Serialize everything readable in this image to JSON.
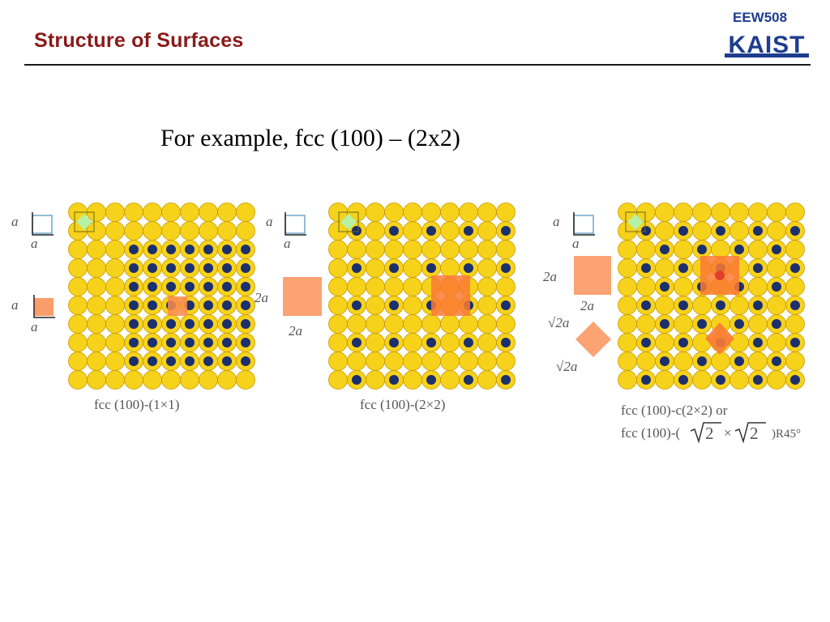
{
  "header": {
    "title": "Structure of Surfaces",
    "course_code": "EEW508",
    "logo_text": "KAIST"
  },
  "main": {
    "subtitle": "For example, fcc (100) – (2x2)"
  },
  "panels": [
    {
      "caption": "fcc (100)-(1×1)",
      "key1_top": "a",
      "key1_bottom": "a",
      "key2_left": "a",
      "key2_bottom": "a"
    },
    {
      "caption": "fcc (100)-(2×2)",
      "key1_top": "a",
      "key1_bottom": "a",
      "key2_left": "2a",
      "key2_bottom": "2a"
    },
    {
      "caption_line1": "fcc (100)-c(2×2) or",
      "caption_line2_prefix": "fcc (100)-(",
      "caption_line2_sqrt1": "2",
      "caption_line2_times": "×",
      "caption_line2_sqrt2": "2",
      "caption_line2_suffix": ")R45°",
      "key1_top": "a",
      "key1_bottom": "a",
      "key2_left": "2a",
      "key2_bottom": "2a",
      "key3_top": "√2a",
      "key3_bottom": "√2a"
    }
  ],
  "colors": {
    "substrate_atom": "#f6d21a",
    "substrate_outline": "#c89a00",
    "adsorbate_atom": "#1c2f6e",
    "unit_cell_fill": "#fa8c50",
    "primitive_marker": "#8fe08a",
    "title": "#8b1a1a",
    "course_code": "#1e3d8f"
  }
}
